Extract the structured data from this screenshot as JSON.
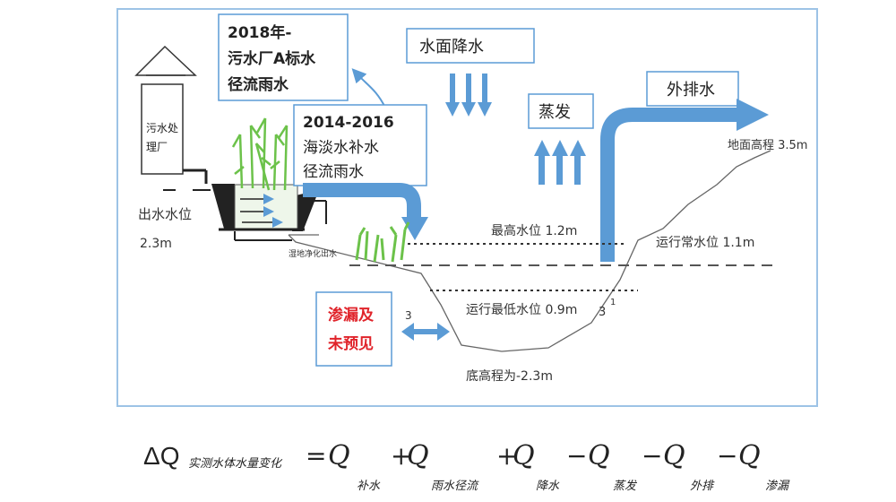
{
  "labels": {
    "plant": [
      "污水处",
      "理厂"
    ],
    "outlet_level": "出水水位",
    "outlet_value": "2.3m",
    "wetland": "湿地净化出水",
    "highest": "最高水位 1.2m",
    "operating": "运行常水位 1.1m",
    "lowest": "运行最低水位 0.9m",
    "ground": "地面高程 3.5m",
    "bottom": "底高程为-2.3m",
    "slope_left": "3",
    "slope_right": "3",
    "slope_right_sup": "1"
  },
  "boxes": {
    "box2018": [
      "2018年-",
      "污水厂A标水",
      "径流雨水"
    ],
    "box2014": [
      "2014-2016",
      "海淡水补水",
      "径流雨水"
    ],
    "rain": "水面降水",
    "evap": "蒸发",
    "discharge": "外排水",
    "seepage": [
      "渗漏及",
      "未预见"
    ]
  },
  "equation": {
    "delta": "ΔQ",
    "lhs_sub": "实测水体水量变化",
    "equals": "=",
    "terms": [
      {
        "op": "",
        "sym": "Q",
        "sub": "补水"
      },
      {
        "op": "+",
        "sym": "Q",
        "sub": "雨水径流"
      },
      {
        "op": "+",
        "sym": "Q",
        "sub": "降水"
      },
      {
        "op": "−",
        "sym": "Q",
        "sub": "蒸发"
      },
      {
        "op": "−",
        "sym": "Q",
        "sub": "外排"
      },
      {
        "op": "−",
        "sym": "Q",
        "sub": "渗漏"
      }
    ]
  },
  "colors": {
    "arrow": "#5b9bd5",
    "frame": "#9dc3e6",
    "seepage_text": "#e0232a",
    "plant_green": "#6cc24a"
  }
}
